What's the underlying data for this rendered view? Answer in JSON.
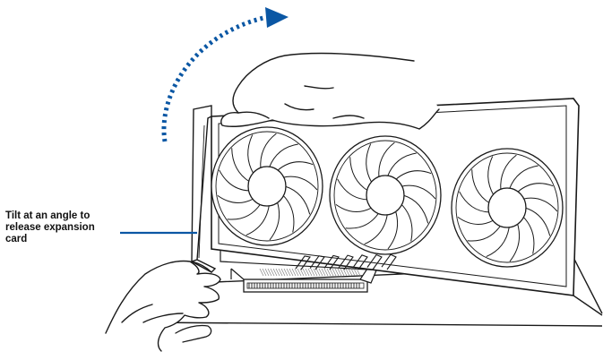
{
  "callout": {
    "lines": [
      "Tilt at an angle to",
      "release expansion",
      "card"
    ]
  },
  "colors": {
    "accent": "#0b57a4",
    "line": "#1a1a1a",
    "fill": "#ffffff"
  },
  "icons": {
    "arrow": "curved-dotted-arrow-icon",
    "hand_top": "hand-icon",
    "hand_bottom": "hand-icon"
  }
}
